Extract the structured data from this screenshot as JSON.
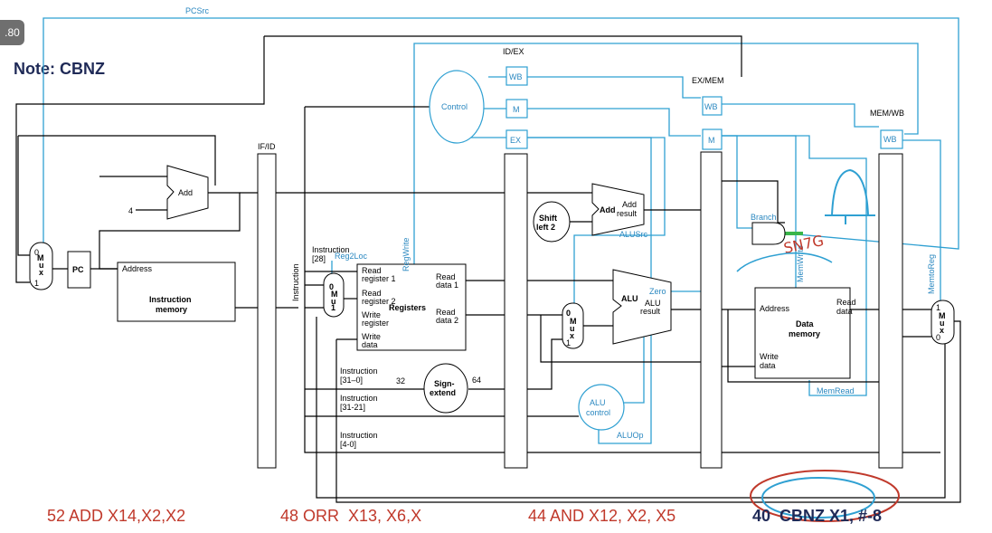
{
  "badge": ".80",
  "note": "Note: CBNZ",
  "labels": {
    "pcsrc": "PCSrc",
    "regwrite": "RegWrite",
    "reg2loc": "Reg2Loc",
    "alusrc": "ALUSrc",
    "zero": "Zero",
    "branch": "Branch",
    "memwrite": "MemWrite",
    "memread": "MemRead",
    "memtoreg": "MemtoReg",
    "aluop": "ALUOp",
    "control": "Control",
    "aluctrl_1": "ALU",
    "aluctrl_2": "control",
    "idex": "ID/EX",
    "exmem": "EX/MEM",
    "memwb": "MEM/WB",
    "ifid": "IF/ID",
    "wb": "WB",
    "m": "M",
    "ex": "EX",
    "add": "Add",
    "add_result_1": "Add",
    "add_result_2": "result",
    "four": "4",
    "pc": "PC",
    "address": "Address",
    "instr_mem_1": "Instruction",
    "instr_mem_2": "memory",
    "instruction_vert": "Instruction",
    "instr28_1": "Instruction",
    "instr28_2": "[28]",
    "read_reg1_1": "Read",
    "read_reg1_2": "register 1",
    "read_reg2_1": "Read",
    "read_reg2_2": "register 2",
    "write_reg_1": "Write",
    "write_reg_2": "register",
    "write_data_1": "Write",
    "write_data_2": "data",
    "read_data1_1": "Read",
    "read_data1_2": "data 1",
    "read_data2_1": "Read",
    "read_data2_2": "data 2",
    "registers": "Registers",
    "instr310_1": "Instruction",
    "instr310_2": "[31–0]",
    "instr3121_1": "Instruction",
    "instr3121_2": "[31-21]",
    "instr40_1": "Instruction",
    "instr40_2": "[4-0]",
    "bits32": "32",
    "bits64": "64",
    "signext_1": "Sign-",
    "signext_2": "extend",
    "shift_1": "Shift",
    "shift_2": "left 2",
    "alu": "ALU",
    "alu_result_1": "ALU",
    "alu_result_2": "result",
    "dm_address": "Address",
    "dm_read_1": "Read",
    "dm_read_2": "data",
    "dm_write_1": "Write",
    "dm_write_2": "data",
    "dm_1": "Data",
    "dm_2": "memory",
    "mux_m": "M",
    "mux_u": "u",
    "mux_x": "x",
    "zero_in": "0",
    "one_in": "1"
  },
  "annotation": "SN7G",
  "instructions": [
    {
      "text": "52 ADD X14,X2,X2"
    },
    {
      "text": "48 ORR  X13, X6,X"
    },
    {
      "text": "44 AND X12, X2, X5"
    },
    {
      "text": "40  CBNZ X1, #-8"
    }
  ],
  "colors": {
    "control_blue": "#2fa0d2",
    "instr_red": "#c0392b",
    "note_navy": "#1f2a57",
    "branch_green": "#39b54a"
  }
}
